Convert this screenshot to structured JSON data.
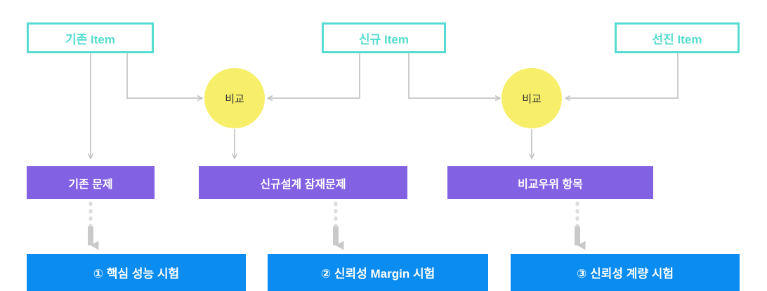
{
  "diagram": {
    "title": "Item comparison to test selection flow",
    "colors": {
      "source_border": "#56dcd0",
      "source_text": "#56dcd0",
      "circle_fill": "#f7ef6a",
      "circle_text": "#333333",
      "mid_fill": "#8361e3",
      "mid_text": "#ffffff",
      "test_fill": "#0b8cf0",
      "test_text": "#ffffff",
      "connector": "#c4c4c4",
      "background": "#ffffff"
    },
    "sources": [
      {
        "id": "existing",
        "label": "기존 Item"
      },
      {
        "id": "new",
        "label": "신규 Item"
      },
      {
        "id": "advanced",
        "label": "선진 Item"
      }
    ],
    "comparators": [
      {
        "id": "compare-1",
        "label": "비교"
      },
      {
        "id": "compare-2",
        "label": "비교"
      }
    ],
    "outcomes": [
      {
        "id": "existing-problem",
        "label": "기존 문제"
      },
      {
        "id": "new-design-latent-problem",
        "label": "신규설계 잠재문제"
      },
      {
        "id": "comparative-advantage-item",
        "label": "비교우위 항목"
      }
    ],
    "tests": [
      {
        "id": "test-1",
        "label": "① 핵심 성능 시험"
      },
      {
        "id": "test-2",
        "label": "② 신뢰성 Margin 시험"
      },
      {
        "id": "test-3",
        "label": "③ 신뢰성 계량 시험"
      }
    ]
  }
}
